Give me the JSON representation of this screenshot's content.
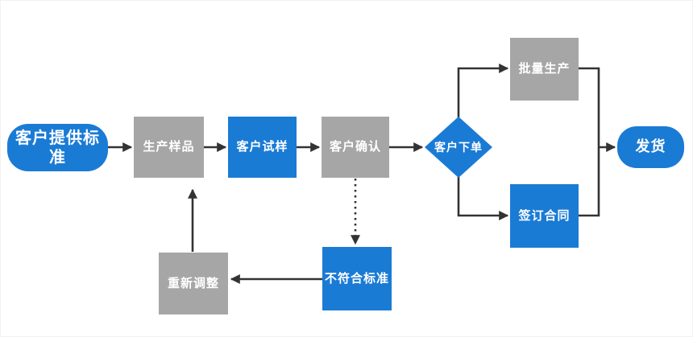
{
  "diagram": {
    "type": "flowchart",
    "colors": {
      "node_blue": "#1a7bd5",
      "node_gray": "#a6a6a6",
      "connector": "#333333",
      "label_text": "#ffffff",
      "background": "#ffffff"
    },
    "nodes": [
      {
        "id": "start",
        "label": "客户提供标准",
        "shape": "stadium",
        "color": "blue"
      },
      {
        "id": "produce-sample",
        "label": "生产样品",
        "shape": "rect",
        "color": "gray"
      },
      {
        "id": "customer-trial",
        "label": "客户试样",
        "shape": "rect",
        "color": "blue"
      },
      {
        "id": "customer-confirm",
        "label": "客户确认",
        "shape": "rect",
        "color": "gray"
      },
      {
        "id": "customer-order",
        "label": "客户下单",
        "shape": "diamond",
        "color": "blue"
      },
      {
        "id": "mass-production",
        "label": "批量生产",
        "shape": "rect",
        "color": "gray"
      },
      {
        "id": "sign-contract",
        "label": "签订合同",
        "shape": "rect",
        "color": "blue"
      },
      {
        "id": "ship",
        "label": "发货",
        "shape": "stadium",
        "color": "blue"
      },
      {
        "id": "not-meet-standard",
        "label": "不符合标准",
        "shape": "rect",
        "color": "blue"
      },
      {
        "id": "readjust",
        "label": "重新调整",
        "shape": "rect",
        "color": "gray"
      }
    ],
    "edges": [
      {
        "from": "start",
        "to": "produce-sample",
        "style": "solid"
      },
      {
        "from": "produce-sample",
        "to": "customer-trial",
        "style": "solid"
      },
      {
        "from": "customer-trial",
        "to": "customer-confirm",
        "style": "solid"
      },
      {
        "from": "customer-confirm",
        "to": "customer-order",
        "style": "solid"
      },
      {
        "from": "customer-order",
        "to": "mass-production",
        "style": "solid"
      },
      {
        "from": "customer-order",
        "to": "sign-contract",
        "style": "solid"
      },
      {
        "from": "mass-production",
        "to": "ship",
        "style": "solid"
      },
      {
        "from": "sign-contract",
        "to": "ship",
        "style": "solid"
      },
      {
        "from": "customer-confirm",
        "to": "not-meet-standard",
        "style": "dotted"
      },
      {
        "from": "not-meet-standard",
        "to": "readjust",
        "style": "solid"
      },
      {
        "from": "readjust",
        "to": "produce-sample",
        "style": "solid"
      }
    ]
  }
}
